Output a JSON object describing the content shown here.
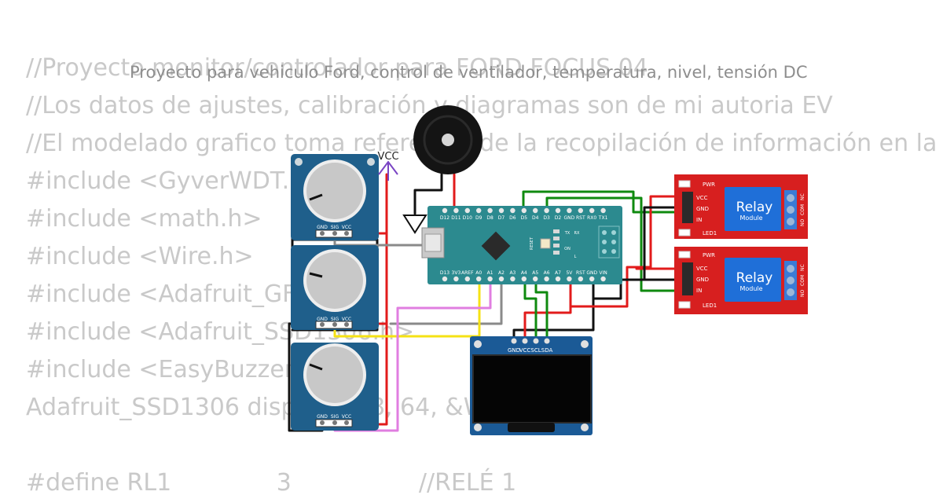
{
  "code_lines": [
    "//Proyecto monitor/controlador para FORD FOCUS 04",
    "//Los datos de ajustes, calibración y diagramas son de mi autoria EV",
    "//El modelado grafico toma referencia de la recopilación de información en la web",
    "#include <GyverWDT.h>",
    "#include <math.h>",
    "#include <Wire.h>",
    "#include <Adafruit_GFX.h>",
    "#include <Adafruit_SSD1306.h>",
    "#include <EasyBuzzer.h>",
    "Adafruit_SSD1306 display(128, 64, &Wire);",
    "",
    "#define RL1              3                 //RELÉ 1"
  ],
  "caption": "Proyecto para vehiculo Ford, control de ventilador, temperatura, nivel, tensión DC",
  "labels": {
    "vcc": "VCC",
    "pot_pins": [
      "GND",
      "SIG",
      "VCC"
    ],
    "nano_top_pins": [
      "D12",
      "D11",
      "D10",
      "D9",
      "D8",
      "D7",
      "D6",
      "D5",
      "D4",
      "D3",
      "D2",
      "GND",
      "RST",
      "RX0",
      "TX1"
    ],
    "nano_bottom_pins": [
      "D13",
      "3V3",
      "AREF",
      "A0",
      "A1",
      "A2",
      "A3",
      "A4",
      "A5",
      "A6",
      "A7",
      "5V",
      "RST",
      "GND",
      "VIN"
    ],
    "nano_leds": [
      "TX",
      "RX",
      "ON",
      "L"
    ],
    "nano_reset": "RESET",
    "oled_pins": [
      "GND",
      "VCC",
      "SCL",
      "SDA"
    ],
    "relay_title": "Relay",
    "relay_subtitle": "Module",
    "relay_pins": [
      "VCC",
      "GND",
      "IN"
    ],
    "relay_outputs": [
      "NO",
      "COM",
      "NC"
    ],
    "relay_pwr": "PWR",
    "relay_led": "LED1"
  },
  "colors": {
    "code_text": "#c9c9c9",
    "caption_text": "#8e8e8e",
    "pot_board": "#1f5f8b",
    "nano_board": "#2c8a8f",
    "oled_board": "#1b5a96",
    "relay_board": "#d71f1f",
    "relay_block": "#1f6fd8",
    "wire_red": "#e21b1b",
    "wire_black": "#111111",
    "wire_green": "#0f8a0f",
    "wire_yellow": "#f5e214",
    "wire_gray": "#8a8a8a",
    "wire_pink": "#e07ee0",
    "ground_symbol": "#111111",
    "vcc_symbol": "#7a44c4"
  }
}
